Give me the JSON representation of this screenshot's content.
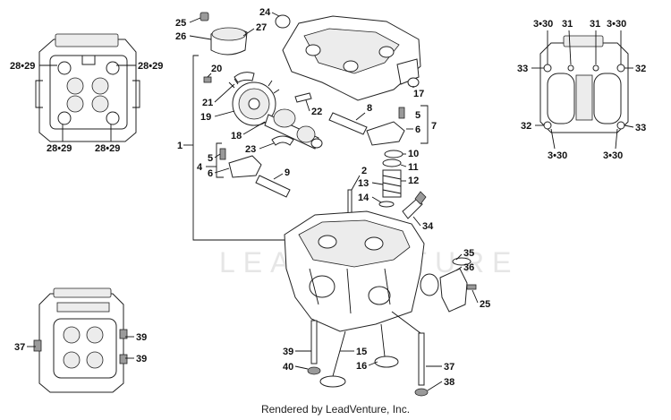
{
  "watermark": "LEADVENTURE",
  "footer": "Rendered by LeadVenture, Inc.",
  "callouts": {
    "c1": "1",
    "c2": "2",
    "c4": "4",
    "c5a": "5",
    "c5b": "5",
    "c6a": "6",
    "c6b": "6",
    "c7": "7",
    "c8": "8",
    "c9": "9",
    "c10": "10",
    "c11": "11",
    "c12": "12",
    "c13": "13",
    "c14": "14",
    "c15": "15",
    "c16": "16",
    "c17": "17",
    "c18": "18",
    "c19": "19",
    "c20": "20",
    "c21": "21",
    "c22": "22",
    "c23": "23",
    "c24": "24",
    "c25a": "25",
    "c25b": "25",
    "c26": "26",
    "c27": "27",
    "c34": "34",
    "c35": "35",
    "c36": "36",
    "c37a": "37",
    "c37b": "37",
    "c38": "38",
    "c39a": "39",
    "c39b": "39",
    "c39c": "39",
    "c40": "40"
  },
  "inset_top_left": {
    "a": "28•29",
    "b": "28•29",
    "c": "28•29",
    "d": "28•29"
  },
  "inset_top_right": {
    "a": "3•30",
    "b": "31",
    "c": "31",
    "d": "3•30",
    "e": "33",
    "f": "32",
    "g": "32",
    "h": "33",
    "i": "3•30",
    "j": "3•30"
  }
}
